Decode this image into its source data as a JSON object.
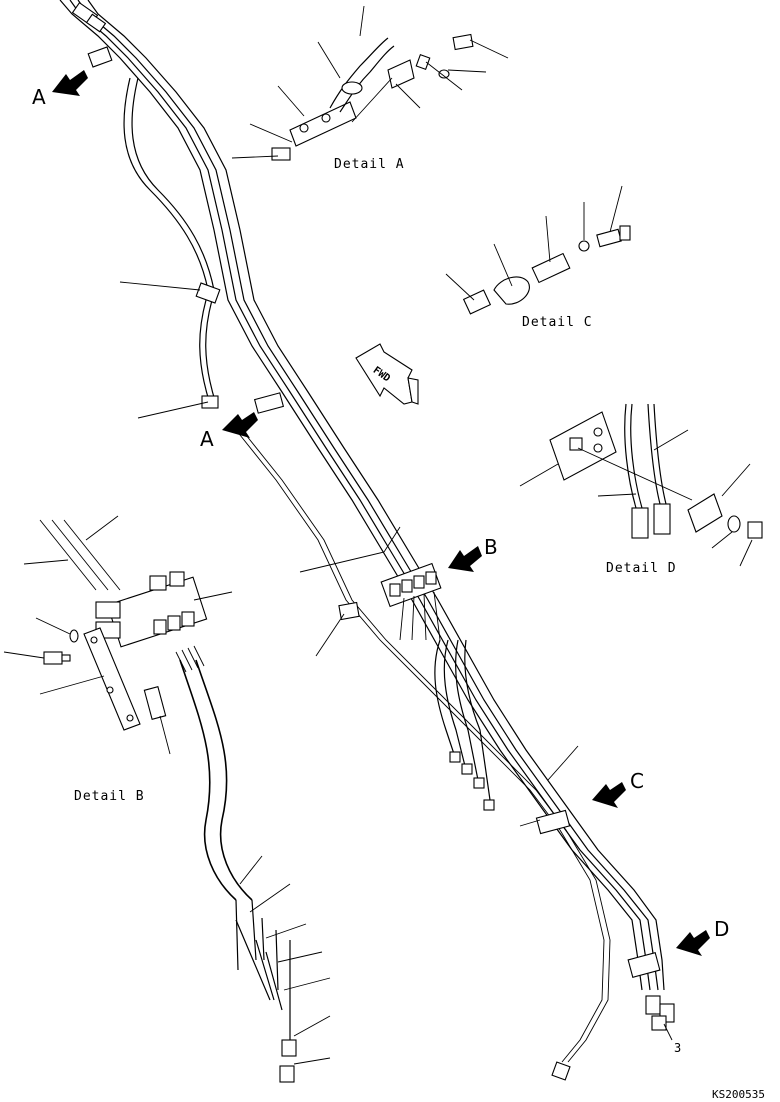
{
  "drawing": {
    "code": "KS200535",
    "fwd_label": "FWD",
    "item_number": "3"
  },
  "view_markers": {
    "a_top": "A",
    "a_mid": "A",
    "b": "B",
    "c": "C",
    "d": "D"
  },
  "detail_titles": {
    "a": "Detail A",
    "b": "Detail B",
    "c": "Detail C",
    "d": "Detail D"
  }
}
